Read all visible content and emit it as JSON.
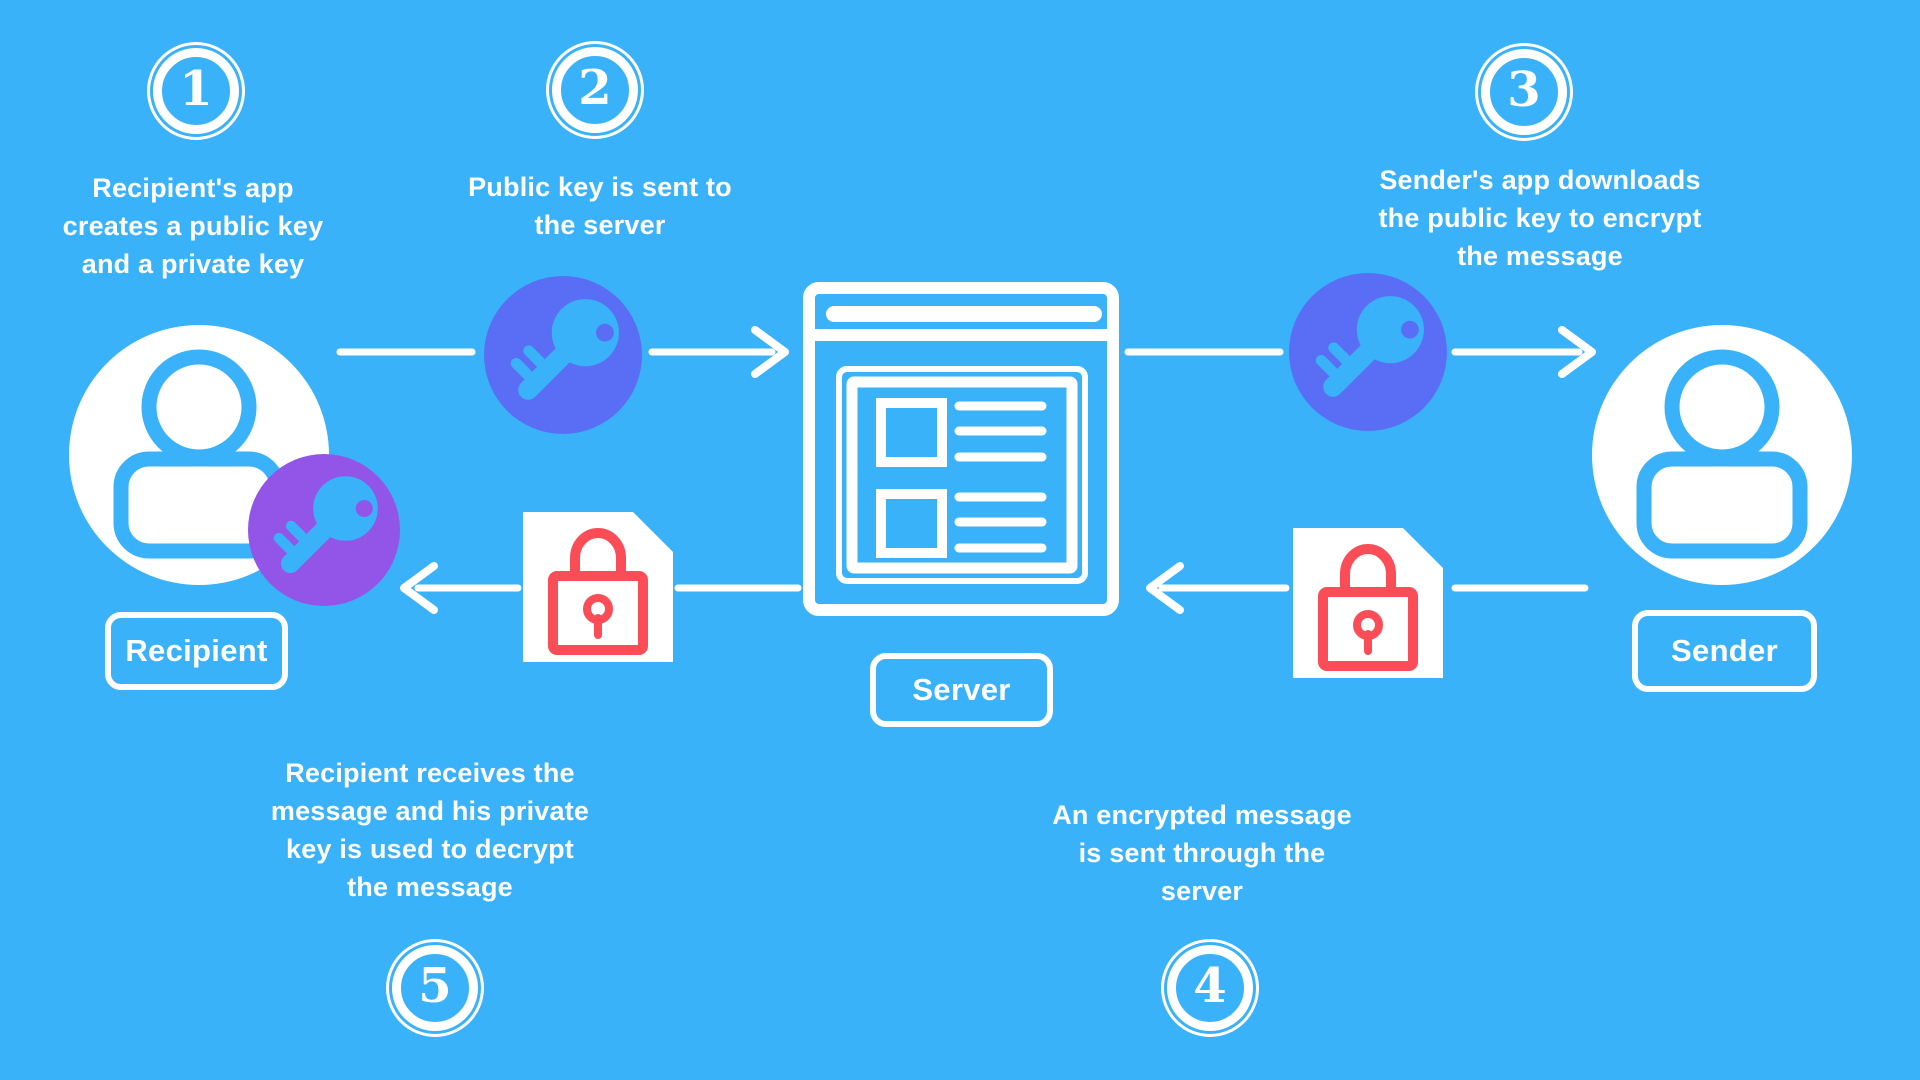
{
  "colors": {
    "background": "#39B2F9",
    "public_key_circle": "#5A6EF5",
    "private_key_circle": "#9355E8",
    "lock_red": "#FB4D57",
    "white": "#FFFFFF"
  },
  "steps": [
    {
      "number": "1",
      "lines": [
        "Recipient's app",
        "creates a public key",
        "and a private key"
      ]
    },
    {
      "number": "2",
      "lines": [
        "Public key is sent to",
        "the server"
      ]
    },
    {
      "number": "3",
      "lines": [
        "Sender's app downloads",
        "the public key to encrypt",
        "the message"
      ]
    },
    {
      "number": "4",
      "lines": [
        "An encrypted message",
        "is sent through the",
        "server"
      ]
    },
    {
      "number": "5",
      "lines": [
        "Recipient receives the",
        "message and his private",
        "key is used to decrypt",
        "the message"
      ]
    }
  ],
  "labels": {
    "recipient": "Recipient",
    "server": "Server",
    "sender": "Sender"
  }
}
